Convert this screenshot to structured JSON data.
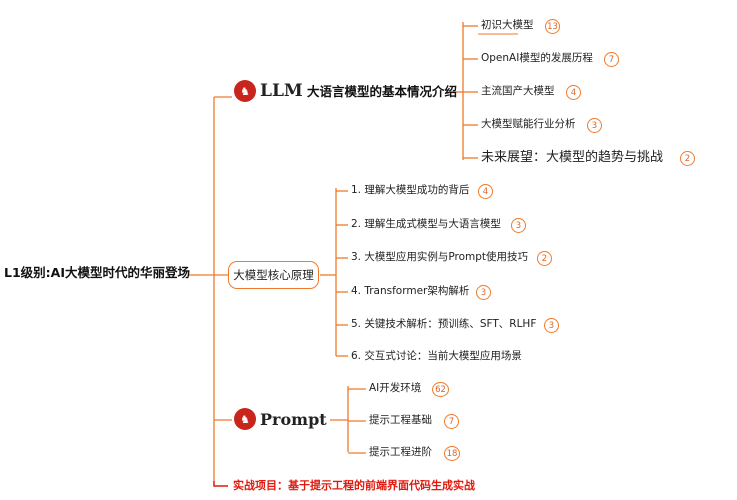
{
  "root": "L1级别:AI大模型时代的华丽登场",
  "branches": {
    "llm": {
      "logo_text": "LLM",
      "logo_icon": "horse-icon",
      "title": "大语言模型的基本情况介绍",
      "items": [
        {
          "label": "初识大模型",
          "count": "13"
        },
        {
          "label": "OpenAI模型的发展历程",
          "count": "7"
        },
        {
          "label": "主流国产大模型",
          "count": "4"
        },
        {
          "label": "大模型赋能行业分析",
          "count": "3"
        },
        {
          "label": "未来展望：大模型的趋势与挑战",
          "count": "2"
        }
      ]
    },
    "core": {
      "title": "大模型核心原理",
      "items": [
        {
          "label": "1. 理解大模型成功的背后",
          "count": "4"
        },
        {
          "label": "2. 理解生成式模型与大语言模型",
          "count": "3"
        },
        {
          "label": "3. 大模型应用实例与Prompt使用技巧",
          "count": "2"
        },
        {
          "label": "4. Transformer架构解析",
          "count": "3"
        },
        {
          "label": "5. 关键技术解析：预训练、SFT、RLHF",
          "count": "3"
        },
        {
          "label": "6. 交互式讨论：当前大模型应用场景"
        }
      ]
    },
    "prompt": {
      "logo_text": "Prompt",
      "logo_icon": "horse-icon",
      "items": [
        {
          "label": "AI开发环境",
          "count": "62"
        },
        {
          "label": "提示工程基础",
          "count": "7"
        },
        {
          "label": "提示工程进阶",
          "count": "18"
        }
      ]
    },
    "project": {
      "title": "实战项目：基于提示工程的前端界面代码生成实战"
    }
  },
  "colors": {
    "line": "#f07a2a",
    "accent_red": "#e0190f",
    "logo_red": "#c8261c"
  }
}
